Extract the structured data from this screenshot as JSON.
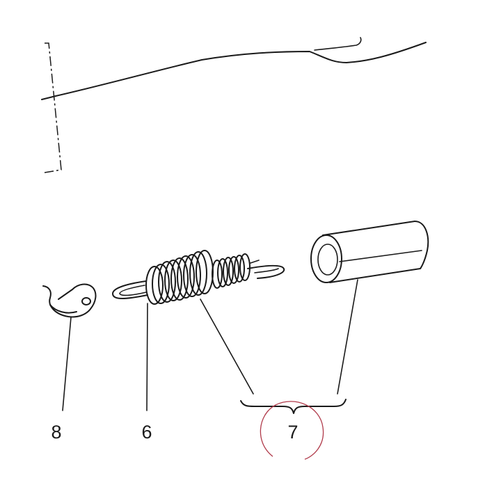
{
  "callouts": {
    "part_8": "8",
    "part_6": "6",
    "part_7": "7"
  },
  "colors": {
    "line": "#1a1a1a",
    "highlight_circle": "#b03a4a"
  }
}
